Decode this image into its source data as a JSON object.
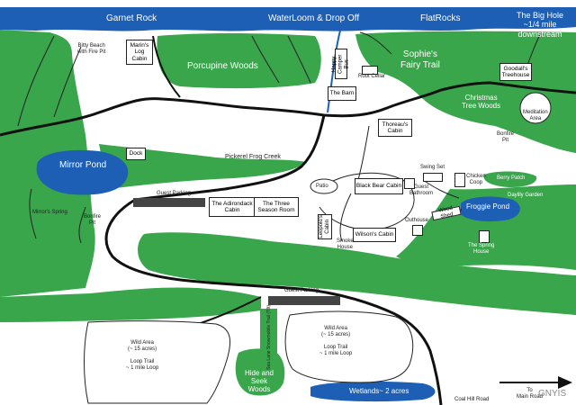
{
  "river_labels": {
    "garnet_rock": "Garnet Rock",
    "waterloom": "WaterLoom & Drop Off",
    "flatrocks": "FlatRocks",
    "big_hole": "The Big Hole\n~1/4 mile\ndownstream"
  },
  "woods": {
    "porcupine": "Porcupine Woods",
    "sophies": "Sophie's\nFairy Trail",
    "christmas": "Christmas\nTree Woods",
    "hide_seek": "Hide and\nSeek\nWoods"
  },
  "buildings": {
    "marins_log_cabin": "Marin's\nLog\nCabin",
    "happy_camper_bus": "Happy\nCamper Bus",
    "root_cellar": "Root Cellar",
    "the_barn": "The Barn",
    "goodalls_treehouse": "Goodall's\nTreehouse",
    "dock": "Dock",
    "thoreaus_cabin": "Thoreau's\nCabin",
    "adirondack_cabin": "The Adirondack\nCabin",
    "three_season_room": "The Three\nSeason Room",
    "black_bear_cabin": "Black Bear Cabin",
    "swing_set": "Swing Set",
    "chicken_coop": "Chicken\nCoop",
    "guest_bathroom": "Guest\nBathroom",
    "outhouse": "Outhouse",
    "wood_shed": "Wood Shed",
    "leopolds_cabin": "Leopold's\nCabin",
    "wilsons_cabin": "Wilson's Cabin",
    "the_spring_house": "The Spring\nHouse"
  },
  "places": {
    "bitty_beach": "Bitty Beach\nwith Fire Pit",
    "pickerel_frog_creek": "Pickerel Frog Creek",
    "mirror_pond": "Mirror Pond",
    "mirrors_spring": "Mirror's Spring",
    "bonfire_pit_left": "Bonfire\nPit",
    "guest_parking_top": "Guest Parking",
    "patio": "Patio",
    "smoke_house": "Smoke\nHouse",
    "meditation_area": "Meditation\nArea",
    "bonfire_pit_right": "Bonfire\nPit",
    "berry_patch": "Berry Patch",
    "daylily_garden": "Daylily Garden",
    "froggie_pond": "Froggie Pond",
    "guest_parking_bottom": "Guest Parking",
    "wild_area_left": "Wild Area\n(~ 15 acres)\n\nLoop Trail\n~ 1 mile Loop",
    "wild_area_right": "Wild Area\n(~ 15 acres)\n\nLoop Trail\n~ 1 mile Loop",
    "trail_sign": "Sea Lane Snowmobile Trail (Tilt)",
    "wetlands": "Wetlands~ 2 acres",
    "coal_hill_road": "Coal Hill Road",
    "to_main_road": "To\nMain Road"
  },
  "watermark": "GNYIS",
  "colors": {
    "water": "#1c5fb5",
    "woods": "#3aa64c",
    "road": "#111111",
    "parking": "#444444"
  }
}
